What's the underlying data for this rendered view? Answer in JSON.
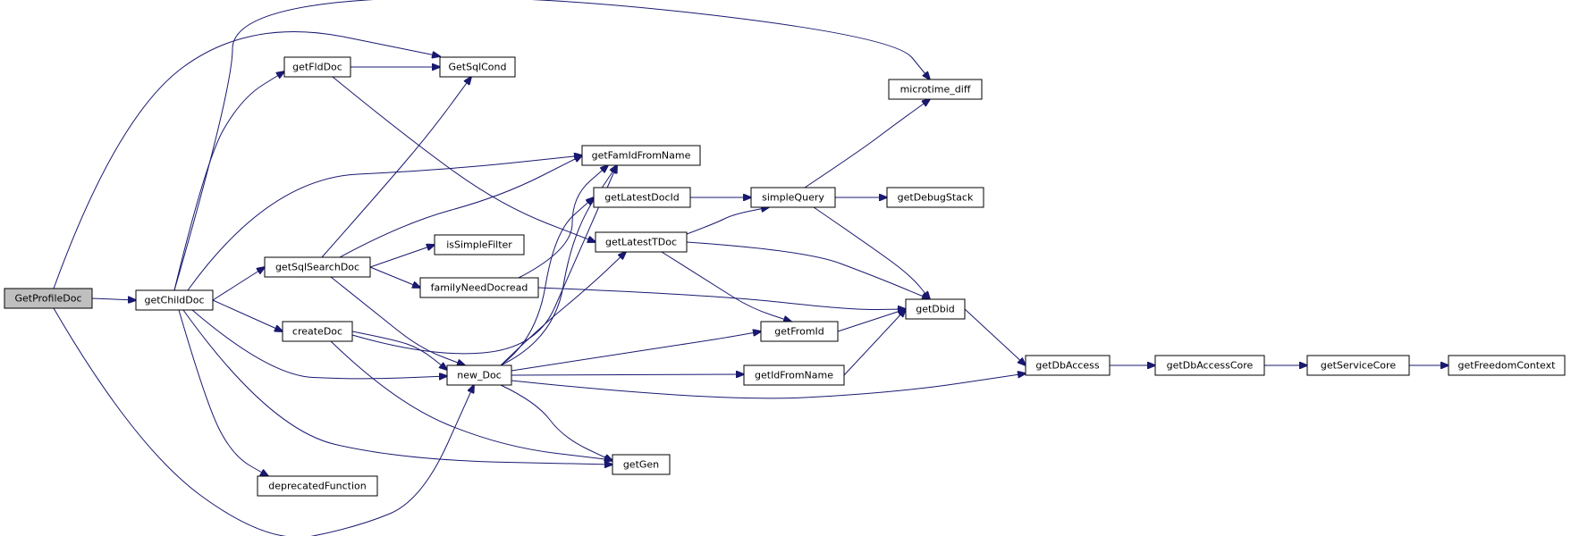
{
  "nodes": [
    {
      "id": "GetProfileDoc",
      "label": "GetProfileDoc",
      "root": true
    },
    {
      "id": "getChildDoc",
      "label": "getChildDoc"
    },
    {
      "id": "getFldDoc",
      "label": "getFldDoc"
    },
    {
      "id": "GetSqlCond",
      "label": "GetSqlCond"
    },
    {
      "id": "getSqlSearchDoc",
      "label": "getSqlSearchDoc"
    },
    {
      "id": "createDoc",
      "label": "createDoc"
    },
    {
      "id": "deprecatedFunction",
      "label": "deprecatedFunction"
    },
    {
      "id": "isSimpleFilter",
      "label": "isSimpleFilter"
    },
    {
      "id": "familyNeedDocread",
      "label": "familyNeedDocread"
    },
    {
      "id": "new_Doc",
      "label": "new_Doc"
    },
    {
      "id": "getFamIdFromName",
      "label": "getFamIdFromName"
    },
    {
      "id": "getLatestDocId",
      "label": "getLatestDocId"
    },
    {
      "id": "getLatestTDoc",
      "label": "getLatestTDoc"
    },
    {
      "id": "getGen",
      "label": "getGen"
    },
    {
      "id": "simpleQuery",
      "label": "simpleQuery"
    },
    {
      "id": "getFromId",
      "label": "getFromId"
    },
    {
      "id": "getIdFromName",
      "label": "getIdFromName"
    },
    {
      "id": "microtime_diff",
      "label": "microtime_diff"
    },
    {
      "id": "getDebugStack",
      "label": "getDebugStack"
    },
    {
      "id": "getDbid",
      "label": "getDbid"
    },
    {
      "id": "getDbAccess",
      "label": "getDbAccess"
    },
    {
      "id": "getDbAccessCore",
      "label": "getDbAccessCore"
    },
    {
      "id": "getServiceCore",
      "label": "getServiceCore"
    },
    {
      "id": "getFreedomContext",
      "label": "getFreedomContext"
    }
  ],
  "edges": [
    [
      "GetProfileDoc",
      "getChildDoc"
    ],
    [
      "GetProfileDoc",
      "GetSqlCond"
    ],
    [
      "GetProfileDoc",
      "new_Doc"
    ],
    [
      "getChildDoc",
      "getFldDoc"
    ],
    [
      "getChildDoc",
      "microtime_diff"
    ],
    [
      "getChildDoc",
      "getSqlSearchDoc"
    ],
    [
      "getChildDoc",
      "createDoc"
    ],
    [
      "getChildDoc",
      "getFamIdFromName"
    ],
    [
      "getChildDoc",
      "new_Doc"
    ],
    [
      "getChildDoc",
      "getGen"
    ],
    [
      "getChildDoc",
      "deprecatedFunction"
    ],
    [
      "getFldDoc",
      "GetSqlCond"
    ],
    [
      "getFldDoc",
      "getLatestTDoc"
    ],
    [
      "getSqlSearchDoc",
      "GetSqlCond"
    ],
    [
      "getSqlSearchDoc",
      "getFamIdFromName"
    ],
    [
      "getSqlSearchDoc",
      "isSimpleFilter"
    ],
    [
      "getSqlSearchDoc",
      "familyNeedDocread"
    ],
    [
      "getSqlSearchDoc",
      "new_Doc"
    ],
    [
      "familyNeedDocread",
      "getFamIdFromName"
    ],
    [
      "familyNeedDocread",
      "getDbid"
    ],
    [
      "createDoc",
      "getFamIdFromName"
    ],
    [
      "createDoc",
      "new_Doc"
    ],
    [
      "createDoc",
      "getGen"
    ],
    [
      "new_Doc",
      "getFamIdFromName"
    ],
    [
      "new_Doc",
      "getLatestDocId"
    ],
    [
      "new_Doc",
      "getLatestTDoc"
    ],
    [
      "new_Doc",
      "getFromId"
    ],
    [
      "new_Doc",
      "getIdFromName"
    ],
    [
      "new_Doc",
      "getDbAccess"
    ],
    [
      "new_Doc",
      "getGen"
    ],
    [
      "getLatestDocId",
      "simpleQuery"
    ],
    [
      "getLatestTDoc",
      "simpleQuery"
    ],
    [
      "getLatestTDoc",
      "getDbid"
    ],
    [
      "getLatestTDoc",
      "getFromId"
    ],
    [
      "simpleQuery",
      "microtime_diff"
    ],
    [
      "simpleQuery",
      "getDebugStack"
    ],
    [
      "simpleQuery",
      "getDbid"
    ],
    [
      "getFromId",
      "getDbid"
    ],
    [
      "getIdFromName",
      "getDbid"
    ],
    [
      "getDbid",
      "getDbAccess"
    ],
    [
      "getDbAccess",
      "getDbAccessCore"
    ],
    [
      "getDbAccessCore",
      "getServiceCore"
    ],
    [
      "getServiceCore",
      "getFreedomContext"
    ]
  ]
}
